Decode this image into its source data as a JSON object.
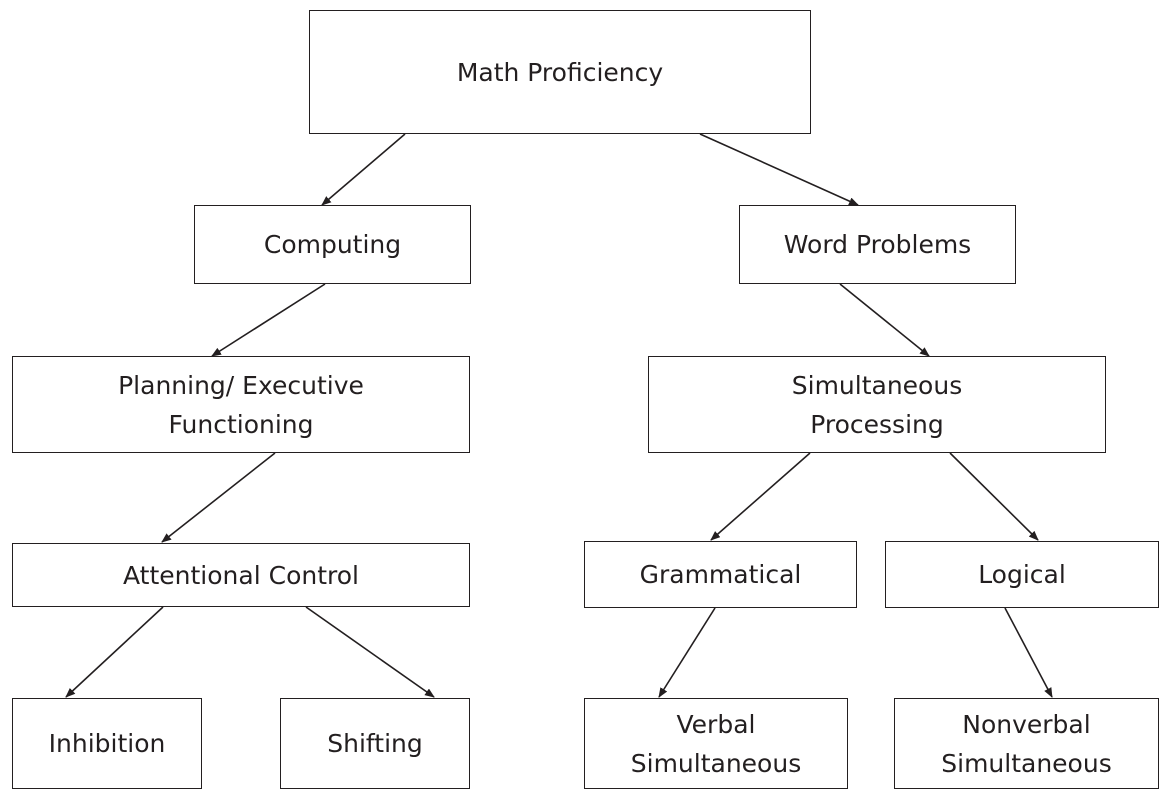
{
  "diagram": {
    "nodes": {
      "math_proficiency": {
        "lines": [
          "Math Proficiency"
        ]
      },
      "computing": {
        "lines": [
          "Computing"
        ]
      },
      "word_problems": {
        "lines": [
          "Word Problems"
        ]
      },
      "planning": {
        "lines": [
          "Planning/ Executive",
          "Functioning"
        ]
      },
      "simultaneous": {
        "lines": [
          "Simultaneous",
          "Processing"
        ]
      },
      "attentional": {
        "lines": [
          "Attentional Control"
        ]
      },
      "grammatical": {
        "lines": [
          "Grammatical"
        ]
      },
      "logical": {
        "lines": [
          "Logical"
        ]
      },
      "inhibition": {
        "lines": [
          "Inhibition"
        ]
      },
      "shifting": {
        "lines": [
          "Shifting"
        ]
      },
      "verbal": {
        "lines": [
          "Verbal",
          "Simultaneous"
        ]
      },
      "nonverbal": {
        "lines": [
          "Nonverbal",
          "Simultaneous"
        ]
      }
    },
    "edges": [
      {
        "from": "math_proficiency",
        "to": "computing"
      },
      {
        "from": "math_proficiency",
        "to": "word_problems"
      },
      {
        "from": "computing",
        "to": "planning"
      },
      {
        "from": "word_problems",
        "to": "simultaneous"
      },
      {
        "from": "planning",
        "to": "attentional"
      },
      {
        "from": "simultaneous",
        "to": "grammatical"
      },
      {
        "from": "simultaneous",
        "to": "logical"
      },
      {
        "from": "attentional",
        "to": "inhibition"
      },
      {
        "from": "attentional",
        "to": "shifting"
      },
      {
        "from": "grammatical",
        "to": "verbal"
      },
      {
        "from": "logical",
        "to": "nonverbal"
      }
    ],
    "colors": {
      "stroke": "#231f20",
      "background": "#ffffff"
    }
  }
}
